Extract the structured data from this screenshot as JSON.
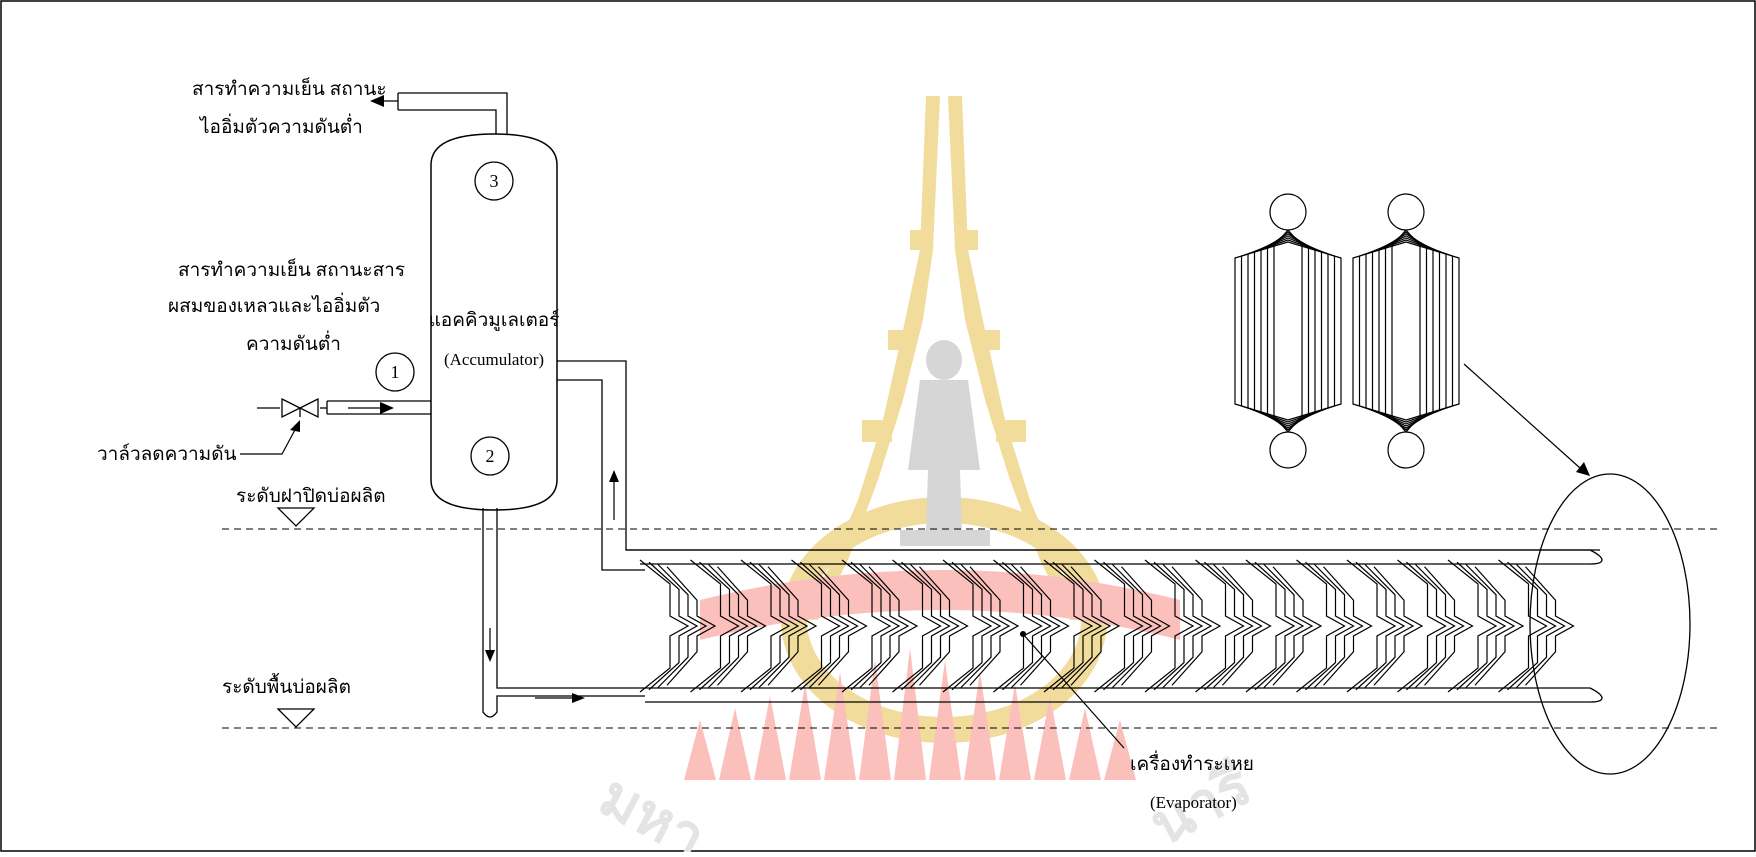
{
  "colors": {
    "line": "#000000",
    "watermark_gold": "#f2dc9c",
    "watermark_red": "#fbc0bc",
    "watermark_grey": "#d6d6d6",
    "background": "#ffffff"
  },
  "labels": {
    "outlet": {
      "line1": "สารทำความเย็น สถานะ",
      "line2": "ไออิ่มตัวความดันต่ำ"
    },
    "inlet": {
      "line1": "สารทำความเย็น สถานะสาร",
      "line2": "ผสมของเหลวและไออิ่มตัว",
      "line3": "ความดันต่ำ"
    },
    "accumulator": {
      "thai": "แอคคิวมูเลเตอร์",
      "english": "(Accumulator)"
    },
    "valve": "วาล์วลดความดัน",
    "lid_level": "ระดับฝาปิดบ่อผลิต",
    "floor_level": "ระดับพื้นบ่อผลิต",
    "evaporator": {
      "thai": "เครื่องทำระเหย",
      "english": "(Evaporator)"
    },
    "points": [
      "1",
      "2",
      "3"
    ]
  },
  "watermark": {
    "text_left": "มหา",
    "text_right": "นารี"
  },
  "icons": [
    "expansion-valve-icon",
    "level-marker-icon",
    "flow-arrow-icon"
  ]
}
